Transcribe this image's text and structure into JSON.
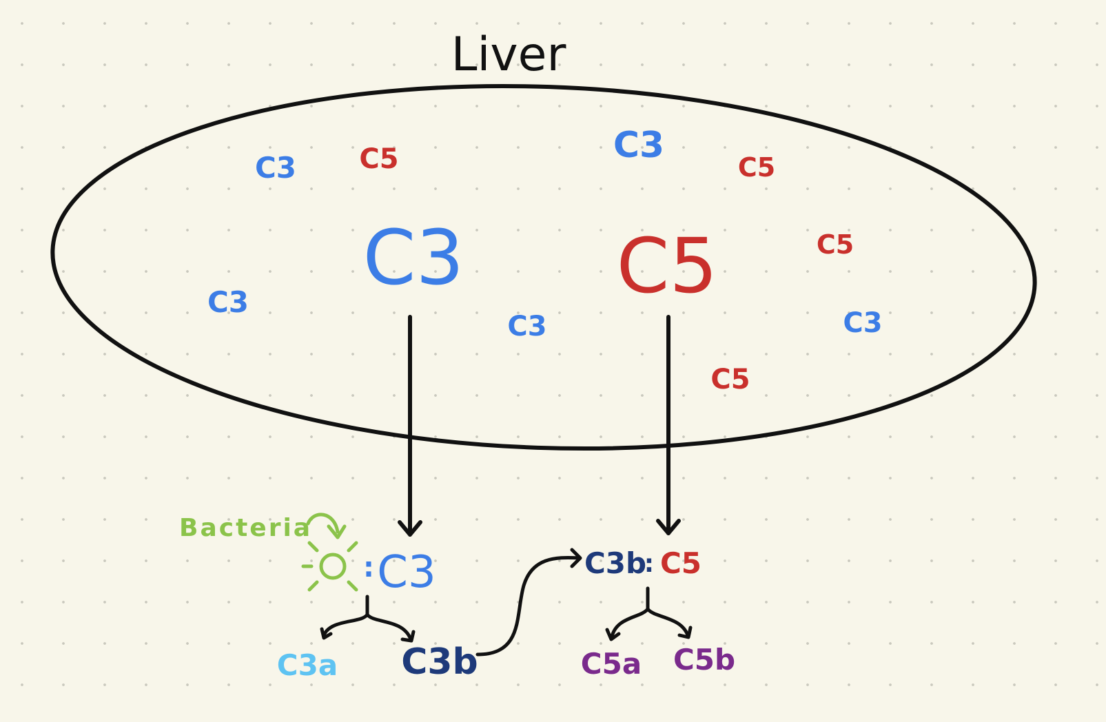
{
  "title": "Liver",
  "colors": {
    "ink": "#111111",
    "c3": "#3c7de6",
    "c5": "#c9302c",
    "c3b": "#1e3a7a",
    "c3a": "#5ec3f2",
    "c5_split": "#7a2a8c",
    "bacteria": "#8bc34a",
    "background": "#f8f6ea"
  },
  "liver": {
    "label": "Liver",
    "small_c3": [
      "C3",
      "C3",
      "C3",
      "C3",
      "C3"
    ],
    "small_c5": [
      "C5",
      "C5",
      "C5",
      "C5"
    ],
    "big_c3": "C3",
    "big_c5": "C5"
  },
  "pathway": {
    "bacteria_label": "Bacteria",
    "bacteria_icon": "bacteria-icon",
    "complex_sep": ":",
    "complex_c3": "C3",
    "c3a": "C3a",
    "c3b": "C3b",
    "convertase_c3b": "C3b",
    "convertase_c5": "C5",
    "c5a": "C5a",
    "c5b": "C5b"
  }
}
